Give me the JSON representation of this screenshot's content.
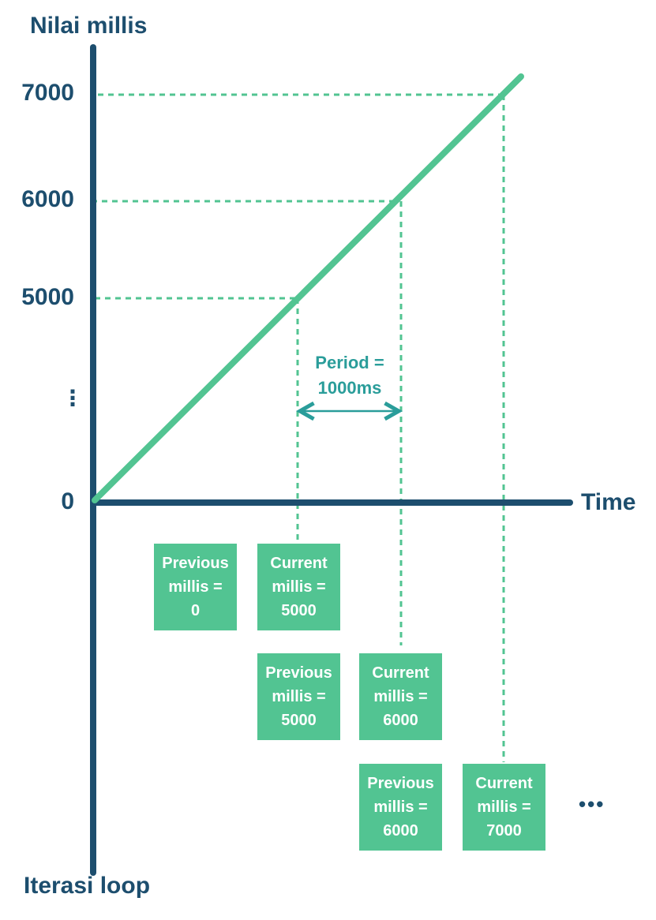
{
  "axes": {
    "y_label": "Nilai millis",
    "x_label": "Time",
    "bottom_label": "Iterasi loop"
  },
  "y_ticks": [
    "7000",
    "6000",
    "5000",
    "⋮",
    "0"
  ],
  "period": {
    "line1": "Period =",
    "line2": "1000ms"
  },
  "boxes": [
    {
      "kind": "Previous",
      "line1": "Previous",
      "line2": "millis =",
      "line3": "0"
    },
    {
      "kind": "Current",
      "line1": "Current",
      "line2": "millis =",
      "line3": "5000"
    },
    {
      "kind": "Previous",
      "line1": "Previous",
      "line2": "millis =",
      "line3": "5000"
    },
    {
      "kind": "Current",
      "line1": "Current",
      "line2": "millis =",
      "line3": "6000"
    },
    {
      "kind": "Previous",
      "line1": "Previous",
      "line2": "millis =",
      "line3": "6000"
    },
    {
      "kind": "Current",
      "line1": "Current",
      "line2": "millis =",
      "line3": "7000"
    }
  ],
  "ellipsis": "•••",
  "colors": {
    "axis": "#1d4e6e",
    "line": "#52c492",
    "dashed": "#52c492",
    "box_fill": "#52c492",
    "box_text": "#ffffff",
    "period_text": "#2a9d9a"
  }
}
